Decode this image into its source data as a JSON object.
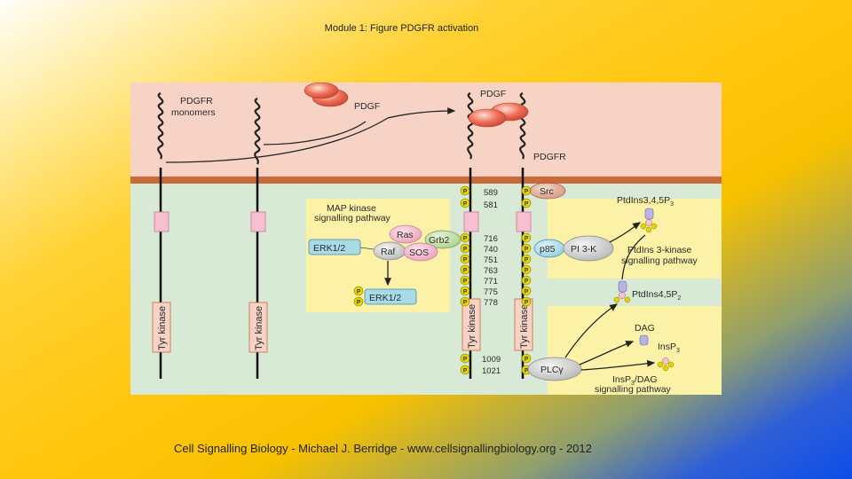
{
  "slide": {
    "title": "Module 1: Figure PDGFR activation",
    "footer": "Cell Signalling Biology - Michael J. Berridge - www.cellsignallingbiology.org - 2012"
  },
  "figure": {
    "labels": {
      "pdgfr_monomers_1": "PDGFR",
      "pdgfr_monomers_2": "monomers",
      "pdgf_left": "PDGF",
      "pdgf_top": "PDGF",
      "pdgfr_right": "PDGFR",
      "tyr_kinase": "Tyr kinase",
      "map_title_1": "MAP kinase",
      "map_title_2": "signalling pathway",
      "ras": "Ras",
      "grb2": "Grb2",
      "raf": "Raf",
      "sos": "SOS",
      "erk_top": "ERK1/2",
      "erk_bottom": "ERK1/2",
      "src": "Src",
      "p85": "p85",
      "pi3k": "PI 3-K",
      "pip3": "PtdIns3,4,5P",
      "pip3_sub": "3",
      "pi3k_path_1": "PtdIns 3-kinase",
      "pi3k_path_2": "signalling pathway",
      "pip2": "PtdIns4,5P",
      "pip2_sub": "2",
      "dag": "DAG",
      "ip3": "InsP",
      "ip3_sub": "3",
      "plcg": "PLCγ",
      "ip3dag_1": "InsP",
      "ip3dag_1_sub": "3",
      "ip3dag_1_rest": "/DAG",
      "ip3dag_2": "signalling pathway",
      "p": "P"
    },
    "residues": [
      "589",
      "581",
      "716",
      "740",
      "751",
      "763",
      "771",
      "775",
      "778",
      "1009",
      "1021"
    ]
  },
  "colors": {
    "extracellular": "#f7d3c6",
    "cytoplasm": "#d8e9d6",
    "membrane": "#c96a3a",
    "pathway_box": "#fbf2a8",
    "pdgf": "#ea6550",
    "pink_box": "#f7bfd0",
    "blue_box": "#a8dbe8",
    "phospho": "#e4d400"
  }
}
